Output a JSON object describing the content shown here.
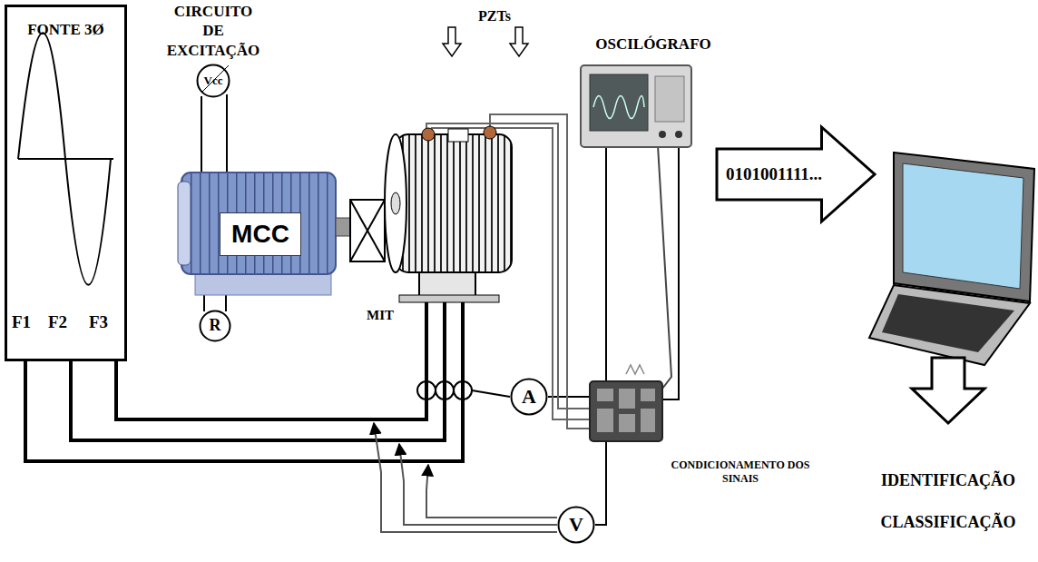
{
  "diagram": {
    "nodes": [
      {
        "text": [
          "FONTE 3Ø"
        ]
      },
      {
        "text": [
          "Vcc"
        ]
      },
      {
        "text": [
          "MCC"
        ]
      },
      {
        "text": [
          "R"
        ]
      },
      {
        "text": [
          "A"
        ]
      },
      {
        "text": [
          "V"
        ]
      },
      {
        "text": [
          "0101001111..."
        ]
      }
    ],
    "labels": [
      "F1",
      "F2",
      "F3",
      "CIRCUITO DE EXCITAÇÃO",
      "MIT",
      "PZTs",
      "OSCILÓGRAFO",
      "CONDICIONAMENTO DOS SINAIS",
      "IDENTIFICAÇÃO",
      "CLASSIFICAÇÃO"
    ]
  }
}
